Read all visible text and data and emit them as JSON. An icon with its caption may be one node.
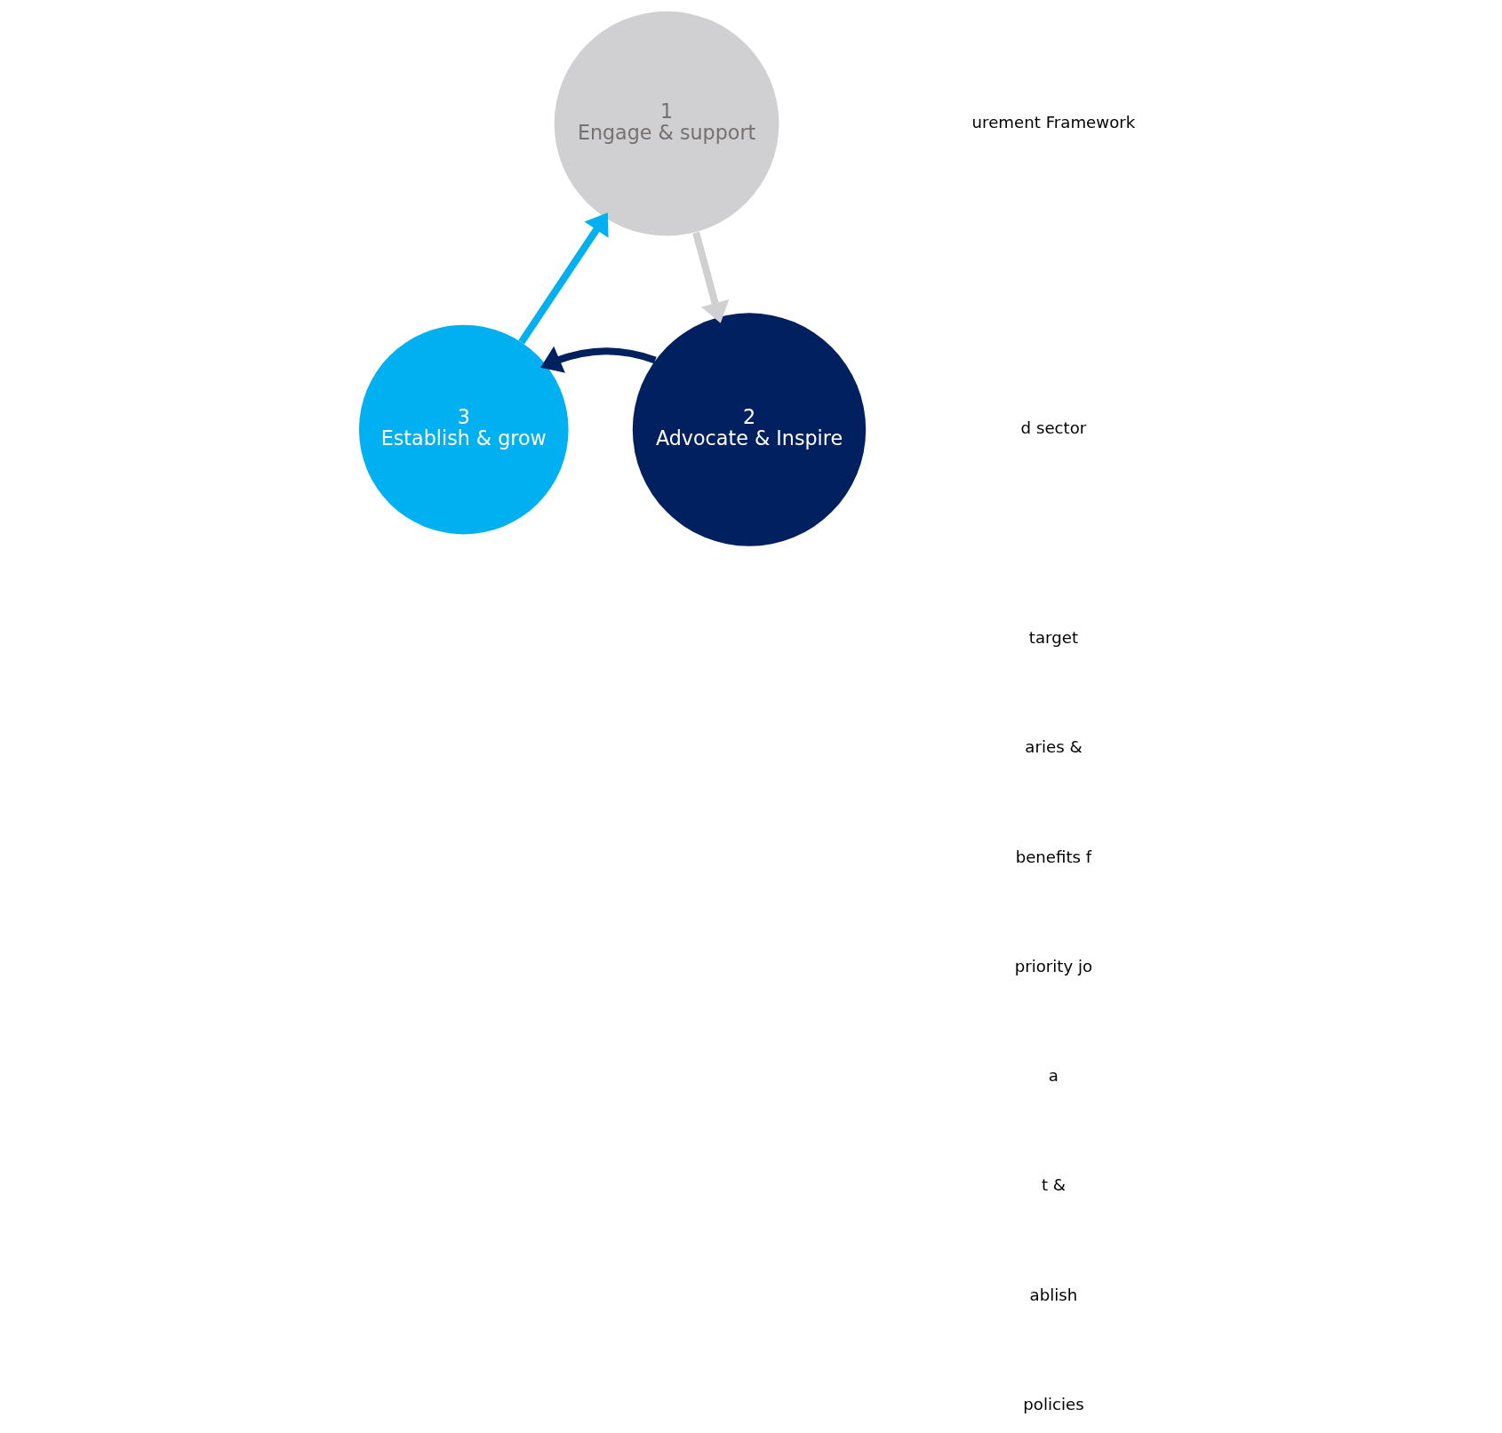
{
  "diagram": {
    "nodes": [
      {
        "text": [
          "1",
          "Engage & support"
        ]
      },
      {
        "text": [
          "2",
          "Advocate & Inspire"
        ]
      },
      {
        "text": [
          "3",
          "Establish & grow"
        ]
      }
    ],
    "edges": [
      {
        "from": 0,
        "to": 1,
        "arrow": "to",
        "color": "#d0cfd1"
      },
      {
        "from": 1,
        "to": 2,
        "arrow": "to",
        "color": "#002060"
      },
      {
        "from": 2,
        "to": 0,
        "arrow": "to",
        "color": "#00b0f0"
      }
    ],
    "labels": [
      "urement Framework",
      "d sector",
      "target",
      "aries &",
      "benefits f",
      "priority jo",
      "a",
      "t &",
      "ablish",
      "policies"
    ]
  }
}
